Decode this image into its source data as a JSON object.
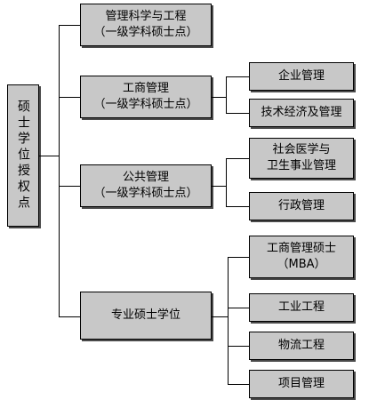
{
  "diagram": {
    "root": "硕士学位授权点",
    "branches": [
      {
        "line1": "管理科学与工程",
        "line2": "（一级学科硕士点）",
        "children": []
      },
      {
        "line1": "工商管理",
        "line2": "（一级学科硕士点）",
        "children": [
          "企业管理",
          "技术经济及管理"
        ]
      },
      {
        "line1": "公共管理",
        "line2": "（一级学科硕士点）",
        "children": [
          {
            "line1": "社会医学与",
            "line2": "卫生事业管理"
          },
          "行政管理"
        ]
      },
      {
        "line1": "专业硕士学位",
        "children": [
          {
            "line1": "工商管理硕士",
            "line2": "（MBA）"
          },
          "工业工程",
          "物流工程",
          "项目管理"
        ]
      }
    ]
  }
}
